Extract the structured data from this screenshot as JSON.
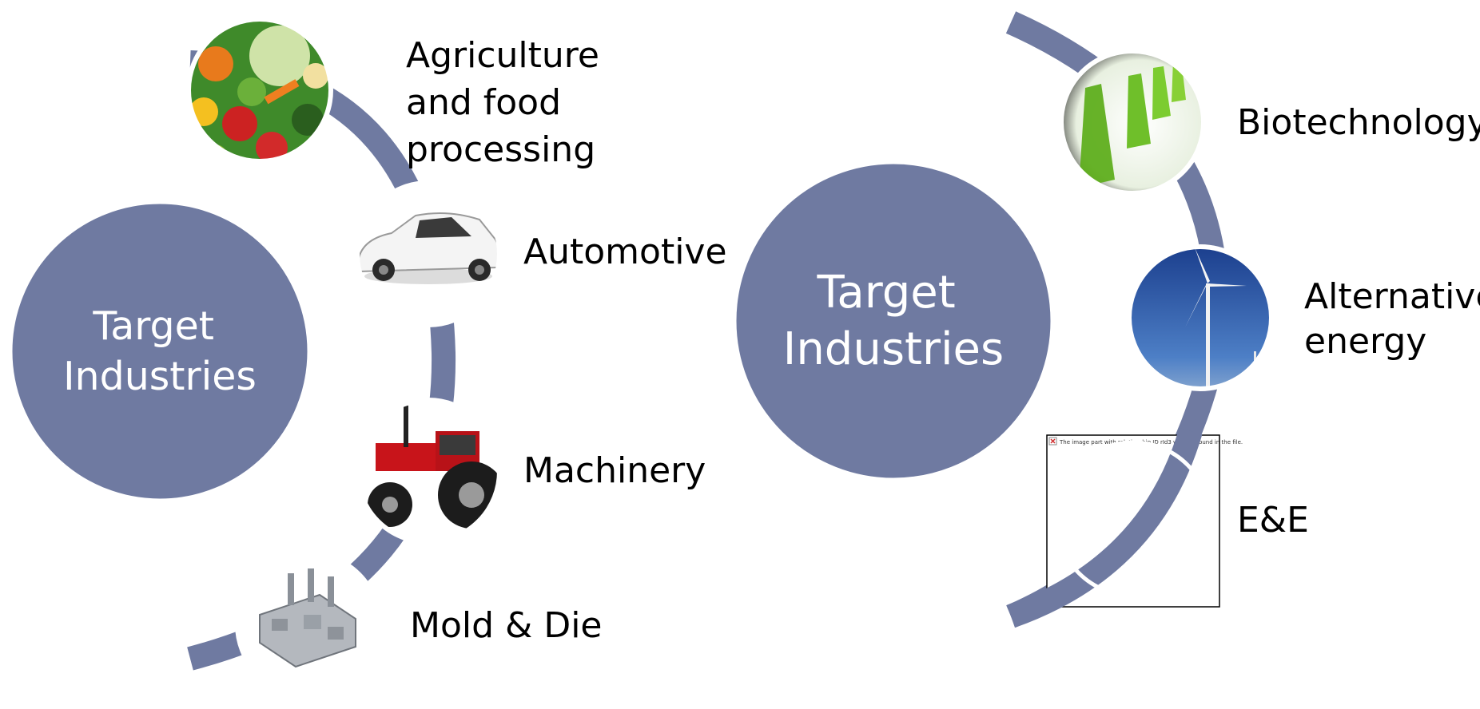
{
  "colors": {
    "ring": "#6f7aa1",
    "circle_fill": "#6f7aa1",
    "circle_border": "#ffffff",
    "text": "#000000"
  },
  "left_diagram": {
    "center_label": [
      "Target",
      "Industries"
    ],
    "items": [
      {
        "label": [
          "Agriculture",
          "and food",
          "processing"
        ],
        "icon": "vegetables-icon"
      },
      {
        "label": [
          "Automotive"
        ],
        "icon": "car-icon"
      },
      {
        "label": [
          "Machinery"
        ],
        "icon": "tractor-icon"
      },
      {
        "label": [
          "Mold & Die"
        ],
        "icon": "mold-icon"
      }
    ]
  },
  "right_diagram": {
    "center_label": [
      "Target",
      "Industries"
    ],
    "items": [
      {
        "label": [
          "Biotechnology"
        ],
        "icon": "flask-icon"
      },
      {
        "label": [
          "Alternative",
          "energy"
        ],
        "icon": "wind-turbine-icon"
      },
      {
        "label": [
          "E&E"
        ],
        "icon": "broken-image-icon"
      }
    ],
    "broken_image_text": "The image part with relationship ID rId3 was not found in the file."
  }
}
